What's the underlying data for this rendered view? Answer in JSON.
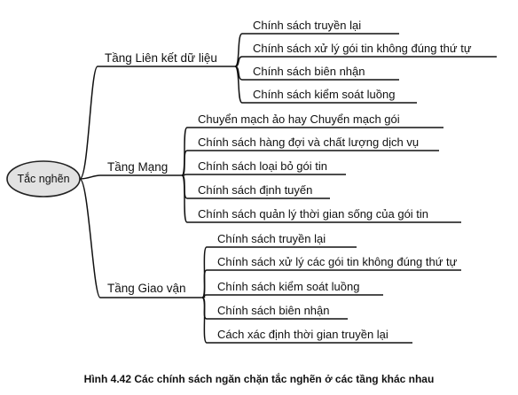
{
  "root": "Tắc nghẽn",
  "branches": [
    {
      "label": "Tầng Liên kết dữ liệu",
      "items": [
        "Chính sách truyền lại",
        "Chính sách xử lý gói tin không đúng thứ tự",
        "Chính sách biên nhận",
        "Chính sách kiểm soát luồng"
      ]
    },
    {
      "label": "Tầng Mạng",
      "items": [
        "Chuyển mạch ảo hay Chuyển mạch gói",
        "Chính sách hàng đợi và chất lượng dịch vụ",
        "Chính sách loại bỏ gói tin",
        "Chính sách định tuyến",
        "Chính sách quản lý thời gian sống của gói tin"
      ]
    },
    {
      "label": "Tầng Giao vận",
      "items": [
        "Chính sách truyền lại",
        "Chính sách xử lý các gói tin không đúng thứ tự",
        "Chính sách kiểm soát luồng",
        "Chính sách biên nhận",
        "Cách xác định thời gian truyền lại"
      ]
    }
  ],
  "caption": "Hình 4.42 Các chính sách ngăn chặn tắc nghẽn ở các tầng khác nhau"
}
